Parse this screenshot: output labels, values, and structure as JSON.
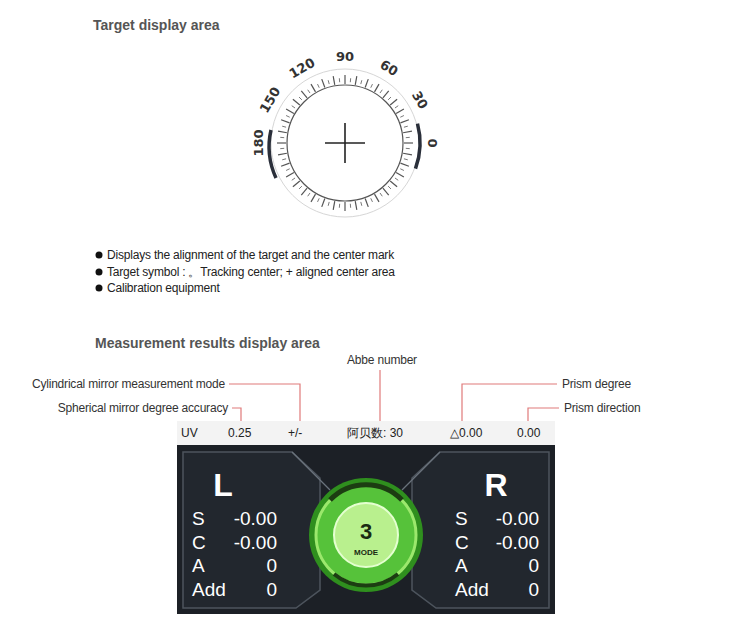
{
  "diagram": {
    "nodes": [
      {
        "text": [
          "UV",
          "0.25",
          "+/-",
          "阿贝数: 30",
          "△0.00",
          "0.00"
        ]
      },
      {
        "text": [
          "L",
          "S",
          "-0.00",
          "C",
          "-0.00",
          "A",
          "0",
          "Add",
          "0"
        ]
      },
      {
        "text": [
          "R",
          "S",
          "-0.00",
          "C",
          "-0.00",
          "A",
          "0",
          "Add",
          "0"
        ]
      },
      {
        "text": [
          "3",
          "MODE"
        ]
      }
    ],
    "labels": [
      "Target display area",
      "180",
      "150",
      "120",
      "90",
      "60",
      "30",
      "0",
      "Displays the alignment of the target and the center mark",
      "Target symbol : 。Tracking center; + aligned center area",
      "Calibration equipment",
      "Measurement results display area",
      "Abbe number",
      "Cylindrical mirror measurement mode",
      "Spherical mirror degree accuracy",
      "Prism degree",
      "Prism direction"
    ]
  }
}
